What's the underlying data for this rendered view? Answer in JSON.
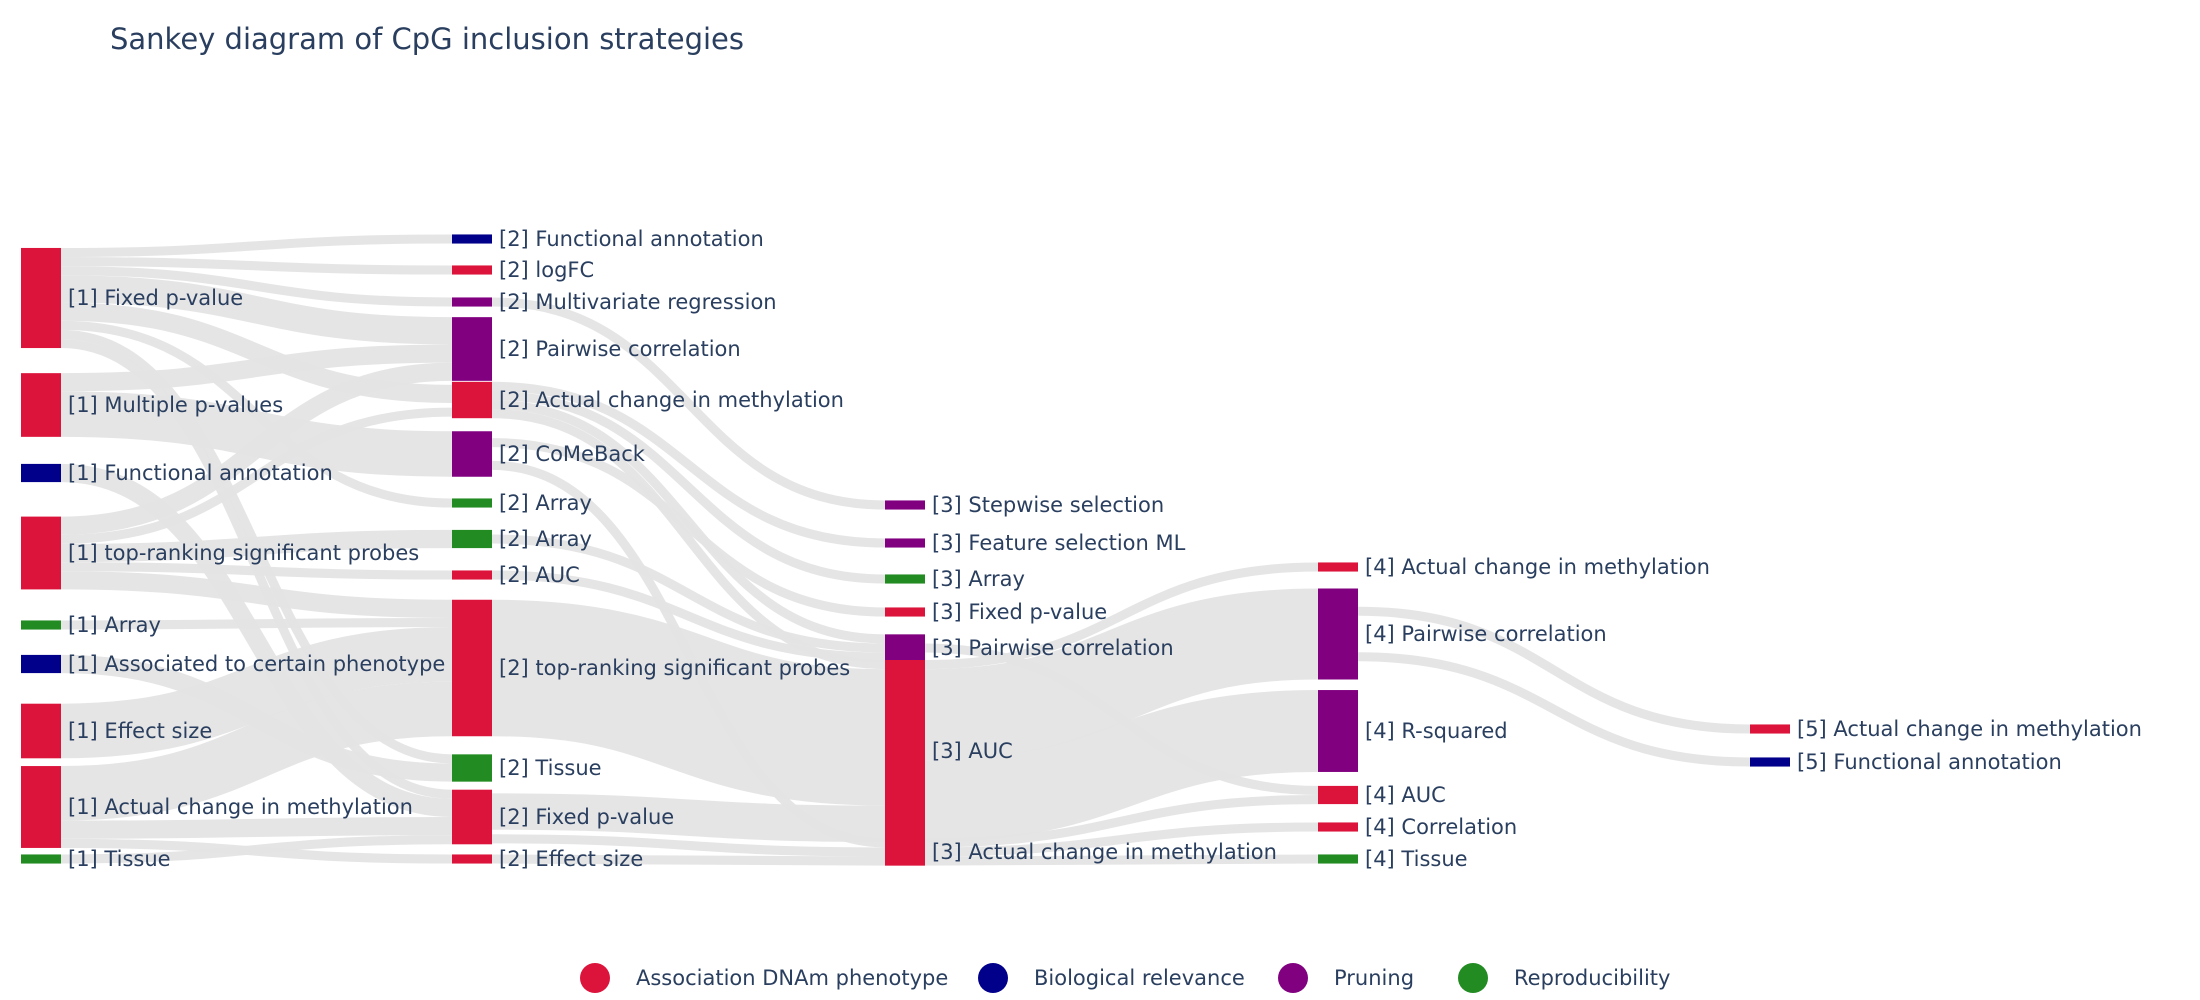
{
  "title": "Sankey diagram of CpG inclusion strategies",
  "categories": [
    {
      "key": "assoc",
      "name": "Association DNAm phenotype",
      "color": "#dc143c"
    },
    {
      "key": "bio",
      "name": "Biological relevance",
      "color": "#00008b"
    },
    {
      "key": "prune",
      "name": "Pruning",
      "color": "#800080"
    },
    {
      "key": "repro",
      "name": "Reproducibility",
      "color": "#228b22"
    }
  ],
  "chart_data": {
    "type": "sankey",
    "title": "Sankey diagram of CpG inclusion strategies",
    "nodes": [
      {
        "id": "s1_fixed_p",
        "label": "[1] Fixed p-value",
        "stage": 1,
        "category": "assoc"
      },
      {
        "id": "s1_multi_p",
        "label": "[1] Multiple p-values",
        "stage": 1,
        "category": "assoc"
      },
      {
        "id": "s1_func",
        "label": "[1] Functional annotation",
        "stage": 1,
        "category": "bio"
      },
      {
        "id": "s1_topk",
        "label": "[1] top-ranking significant probes",
        "stage": 1,
        "category": "assoc"
      },
      {
        "id": "s1_array",
        "label": "[1] Array",
        "stage": 1,
        "category": "repro"
      },
      {
        "id": "s1_assoc_pheno",
        "label": "[1] Associated to certain phenotype",
        "stage": 1,
        "category": "bio"
      },
      {
        "id": "s1_effect",
        "label": "[1] Effect size",
        "stage": 1,
        "category": "assoc"
      },
      {
        "id": "s1_actual",
        "label": "[1] Actual change in methylation",
        "stage": 1,
        "category": "assoc"
      },
      {
        "id": "s1_tissue",
        "label": "[1] Tissue",
        "stage": 1,
        "category": "repro"
      },
      {
        "id": "s2_func",
        "label": "[2] Functional annotation",
        "stage": 2,
        "category": "bio"
      },
      {
        "id": "s2_logfc",
        "label": "[2] logFC",
        "stage": 2,
        "category": "assoc"
      },
      {
        "id": "s2_multireg",
        "label": "[2] Multivariate regression",
        "stage": 2,
        "category": "prune"
      },
      {
        "id": "s2_pairwise",
        "label": "[2] Pairwise correlation",
        "stage": 2,
        "category": "prune"
      },
      {
        "id": "s2_actual",
        "label": "[2] Actual change in methylation",
        "stage": 2,
        "category": "assoc"
      },
      {
        "id": "s2_comeback",
        "label": "[2] CoMeBack",
        "stage": 2,
        "category": "prune"
      },
      {
        "id": "s2_array_a",
        "label": "[2] Array",
        "stage": 2,
        "category": "repro"
      },
      {
        "id": "s2_array_b",
        "label": "[2] Array",
        "stage": 2,
        "category": "repro"
      },
      {
        "id": "s2_auc",
        "label": "[2] AUC",
        "stage": 2,
        "category": "assoc"
      },
      {
        "id": "s2_topk",
        "label": "[2] top-ranking significant probes",
        "stage": 2,
        "category": "assoc"
      },
      {
        "id": "s2_tissue",
        "label": "[2] Tissue",
        "stage": 2,
        "category": "repro"
      },
      {
        "id": "s2_fixed_p",
        "label": "[2] Fixed p-value",
        "stage": 2,
        "category": "assoc"
      },
      {
        "id": "s2_effect",
        "label": "[2] Effect size",
        "stage": 2,
        "category": "assoc"
      },
      {
        "id": "s3_stepwise",
        "label": "[3] Stepwise selection",
        "stage": 3,
        "category": "prune"
      },
      {
        "id": "s3_fsml",
        "label": "[3] Feature selection ML",
        "stage": 3,
        "category": "prune"
      },
      {
        "id": "s3_array",
        "label": "[3] Array",
        "stage": 3,
        "category": "repro"
      },
      {
        "id": "s3_fixed_p",
        "label": "[3] Fixed p-value",
        "stage": 3,
        "category": "assoc"
      },
      {
        "id": "s3_pairwise",
        "label": "[3] Pairwise correlation",
        "stage": 3,
        "category": "prune"
      },
      {
        "id": "s3_auc",
        "label": "[3] AUC",
        "stage": 3,
        "category": "assoc"
      },
      {
        "id": "s3_actual",
        "label": "[3] Actual change in methylation",
        "stage": 3,
        "category": "assoc"
      },
      {
        "id": "s4_actual",
        "label": "[4] Actual change in methylation",
        "stage": 4,
        "category": "assoc"
      },
      {
        "id": "s4_pairwise",
        "label": "[4] Pairwise correlation",
        "stage": 4,
        "category": "prune"
      },
      {
        "id": "s4_rsq",
        "label": "[4] R-squared",
        "stage": 4,
        "category": "prune"
      },
      {
        "id": "s4_auc",
        "label": "[4] AUC",
        "stage": 4,
        "category": "assoc"
      },
      {
        "id": "s4_corr",
        "label": "[4] Correlation",
        "stage": 4,
        "category": "assoc"
      },
      {
        "id": "s4_tissue",
        "label": "[4] Tissue",
        "stage": 4,
        "category": "repro"
      },
      {
        "id": "s5_actual",
        "label": "[5] Actual change in methylation",
        "stage": 5,
        "category": "assoc"
      },
      {
        "id": "s5_func",
        "label": "[5] Functional annotation",
        "stage": 5,
        "category": "bio"
      }
    ],
    "links": [
      {
        "source": "s1_fixed_p",
        "target": "s2_func",
        "value": 1
      },
      {
        "source": "s1_fixed_p",
        "target": "s2_logfc",
        "value": 1
      },
      {
        "source": "s1_fixed_p",
        "target": "s2_multireg",
        "value": 1
      },
      {
        "source": "s1_fixed_p",
        "target": "s2_pairwise",
        "value": 3
      },
      {
        "source": "s1_fixed_p",
        "target": "s2_actual",
        "value": 2
      },
      {
        "source": "s1_fixed_p",
        "target": "s2_array_a",
        "value": 1
      },
      {
        "source": "s1_fixed_p",
        "target": "s2_tissue",
        "value": 1
      },
      {
        "source": "s1_fixed_p",
        "target": "s2_fixed_p",
        "value": 1
      },
      {
        "source": "s1_multi_p",
        "target": "s2_pairwise",
        "value": 2
      },
      {
        "source": "s1_multi_p",
        "target": "s2_comeback",
        "value": 5
      },
      {
        "source": "s1_func",
        "target": "s2_fixed_p",
        "value": 2
      },
      {
        "source": "s1_topk",
        "target": "s2_pairwise",
        "value": 2
      },
      {
        "source": "s1_topk",
        "target": "s2_actual",
        "value": 1
      },
      {
        "source": "s1_topk",
        "target": "s2_array_b",
        "value": 2
      },
      {
        "source": "s1_topk",
        "target": "s2_auc",
        "value": 1
      },
      {
        "source": "s1_topk",
        "target": "s2_topk",
        "value": 2
      },
      {
        "source": "s1_array",
        "target": "s2_topk",
        "value": 1
      },
      {
        "source": "s1_assoc_pheno",
        "target": "s2_tissue",
        "value": 2
      },
      {
        "source": "s1_effect",
        "target": "s2_topk",
        "value": 6
      },
      {
        "source": "s1_actual",
        "target": "s2_topk",
        "value": 6
      },
      {
        "source": "s1_actual",
        "target": "s2_fixed_p",
        "value": 2
      },
      {
        "source": "s1_actual",
        "target": "s2_effect",
        "value": 1
      },
      {
        "source": "s1_tissue",
        "target": "s2_fixed_p",
        "value": 1
      },
      {
        "source": "s2_multireg",
        "target": "s3_stepwise",
        "value": 1
      },
      {
        "source": "s2_actual",
        "target": "s3_fsml",
        "value": 1
      },
      {
        "source": "s2_actual",
        "target": "s3_array",
        "value": 1
      },
      {
        "source": "s2_actual",
        "target": "s3_pairwise",
        "value": 1
      },
      {
        "source": "s2_actual",
        "target": "s3_auc",
        "value": 1
      },
      {
        "source": "s2_comeback",
        "target": "s3_fixed_p",
        "value": 1
      },
      {
        "source": "s2_comeback",
        "target": "s3_actual",
        "value": 1
      },
      {
        "source": "s2_array_b",
        "target": "s3_pairwise",
        "value": 1
      },
      {
        "source": "s2_auc",
        "target": "s3_pairwise",
        "value": 1
      },
      {
        "source": "s2_topk",
        "target": "s3_auc",
        "value": 15
      },
      {
        "source": "s2_fixed_p",
        "target": "s3_auc",
        "value": 4
      },
      {
        "source": "s2_fixed_p",
        "target": "s3_actual",
        "value": 1
      },
      {
        "source": "s2_effect",
        "target": "s3_actual",
        "value": 1
      },
      {
        "source": "s3_pairwise",
        "target": "s4_auc",
        "value": 1
      },
      {
        "source": "s3_auc",
        "target": "s4_actual",
        "value": 1
      },
      {
        "source": "s3_auc",
        "target": "s4_pairwise",
        "value": 10
      },
      {
        "source": "s3_auc",
        "target": "s4_rsq",
        "value": 9
      },
      {
        "source": "s3_actual",
        "target": "s4_corr",
        "value": 1
      },
      {
        "source": "s3_actual",
        "target": "s4_tissue",
        "value": 1
      },
      {
        "source": "s3_actual",
        "target": "s4_auc",
        "value": 1
      },
      {
        "source": "s4_pairwise",
        "target": "s5_actual",
        "value": 1
      },
      {
        "source": "s4_pairwise",
        "target": "s5_func",
        "value": 1
      }
    ]
  }
}
